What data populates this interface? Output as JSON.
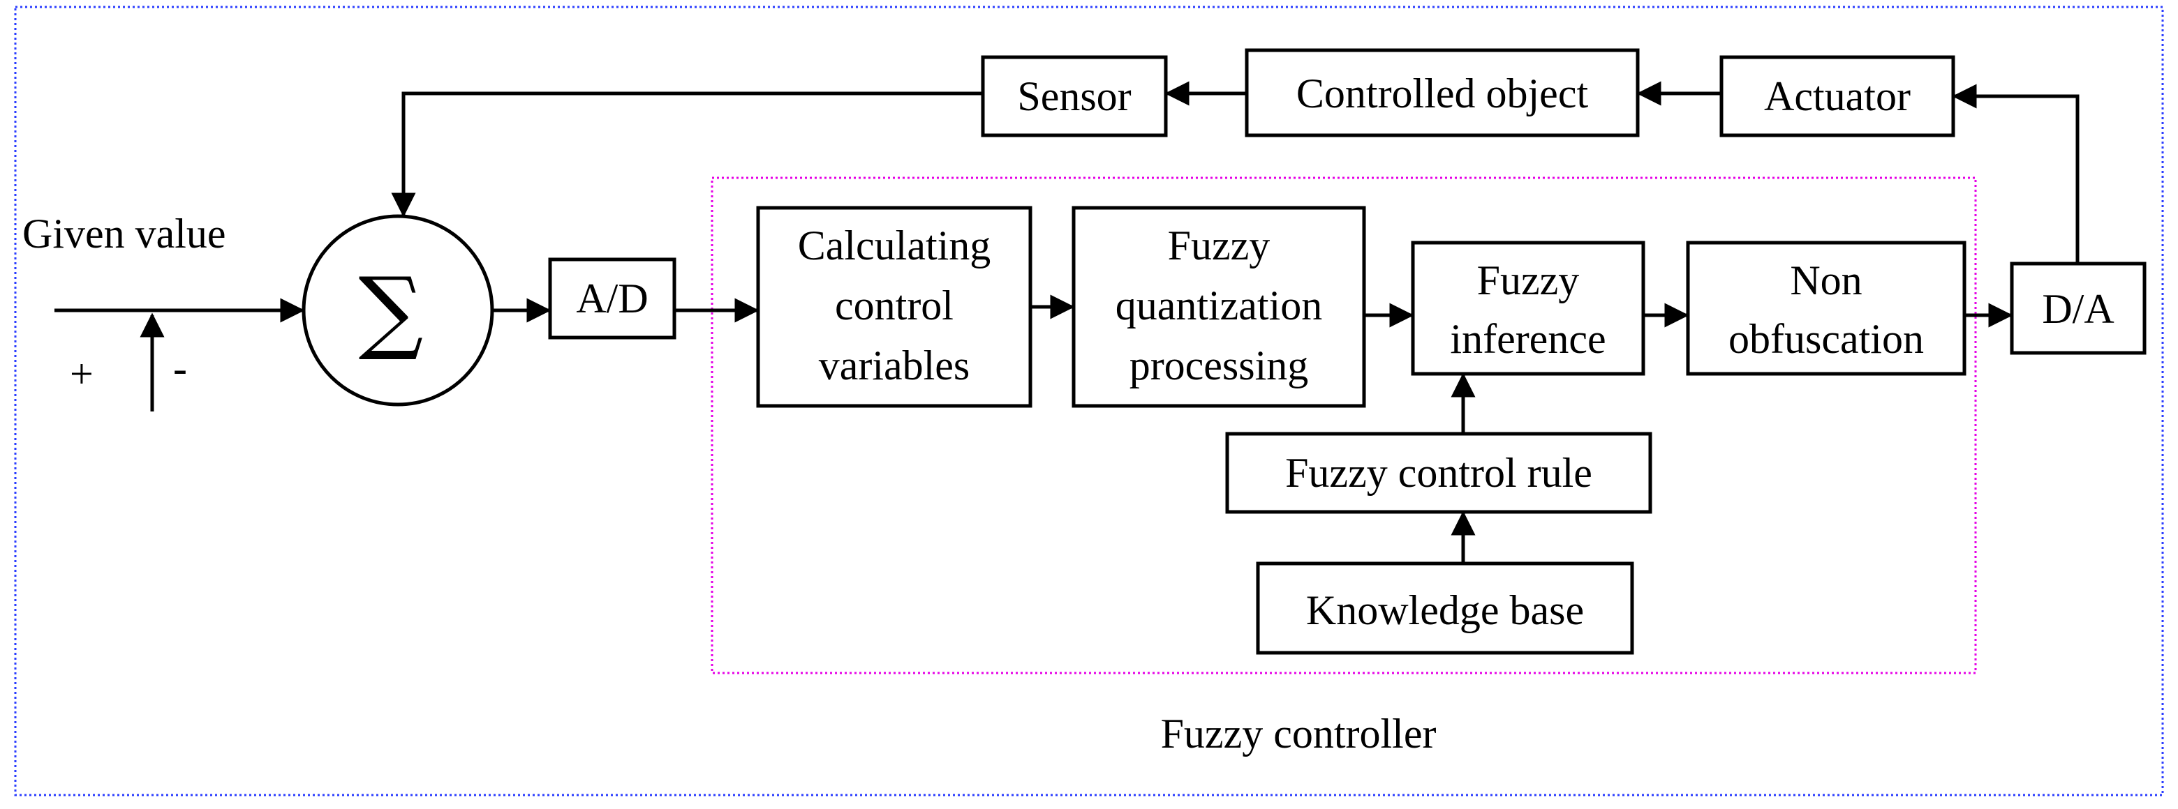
{
  "diagram": {
    "colors": {
      "outer_border": "#2a3cff",
      "inner_border": "#e600e6",
      "ink": "#000000"
    },
    "blocks": {
      "sensor": "Sensor",
      "controlled_object": "Controlled object",
      "actuator": "Actuator",
      "ad": "A/D",
      "da": "D/A",
      "calc": [
        "Calculating",
        "control",
        "variables"
      ],
      "fq": [
        "Fuzzy",
        "quantization",
        "processing"
      ],
      "fi": [
        "Fuzzy",
        "inference"
      ],
      "nonobf": [
        "Non",
        "obfuscation"
      ],
      "rule": "Fuzzy control rule",
      "kb": "Knowledge base"
    },
    "summing": {
      "symbol": "∑",
      "plus": "+",
      "minus": "-"
    },
    "input_label": "Given value",
    "group_label": "Fuzzy controller"
  }
}
